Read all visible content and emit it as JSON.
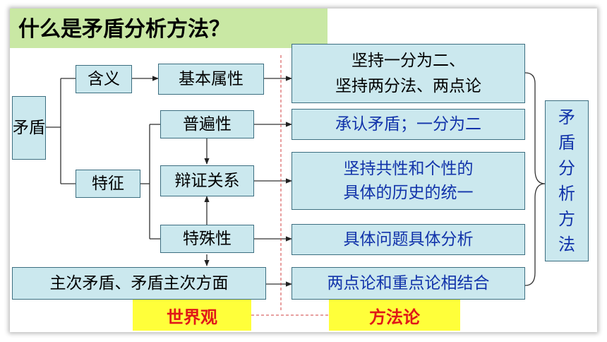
{
  "title": "什么是矛盾分析方法？",
  "nodes": {
    "root": "矛盾",
    "meaning": "含义",
    "features": "特征",
    "basic_attr": "基本属性",
    "universality": "普遍性",
    "dialectic": "辩证关系",
    "particularity": "特殊性",
    "principal": "主次矛盾、矛盾主次方面"
  },
  "methods": {
    "m1_line1": "坚持一分为二、",
    "m1_line2": "坚持两分法、两点论",
    "m2": "承认矛盾；一分为二",
    "m3_line1": "坚持共性和个性的",
    "m3_line2": "具体的历史的统一",
    "m4": "具体问题具体分析",
    "m5": "两点论和重点论相结合"
  },
  "summary_chars": [
    "矛",
    "盾",
    "分",
    "析",
    "方",
    "法"
  ],
  "labels": {
    "worldview": "世界观",
    "methodology": "方法论"
  },
  "colors": {
    "box_fill": "#cbe8ee",
    "box_border": "#3c6e80",
    "title_bg": "#c9e8a4",
    "label_bg": "#ffff3a",
    "label_text": "#e01818",
    "method_text_blue": "#1133aa",
    "divider": "#d04040"
  }
}
